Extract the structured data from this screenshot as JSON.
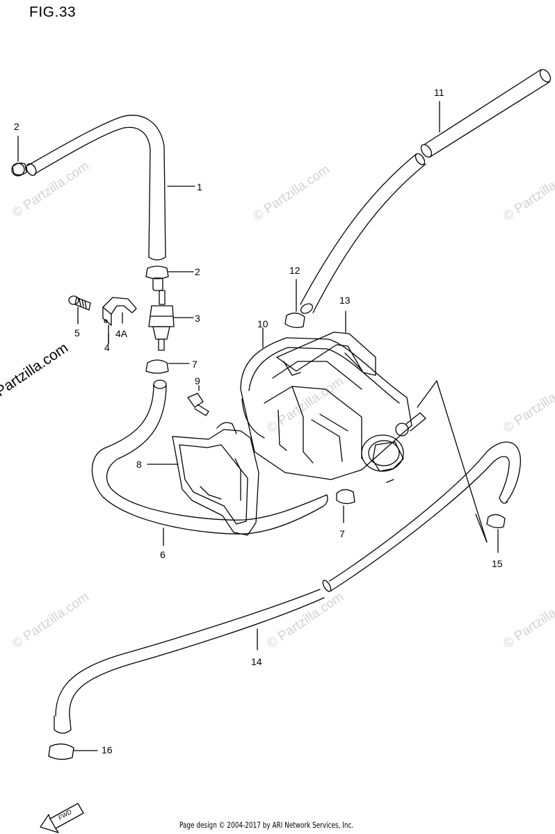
{
  "figure": {
    "title": "FIG.33"
  },
  "side_mark": "© Partzilla.com",
  "watermark": "© Partzilla.com",
  "footer": "Page design © 2004-2017 by ARI Network Services, Inc.",
  "fwd_label": "FWD",
  "callouts": [
    "1",
    "2",
    "2",
    "3",
    "4",
    "4A",
    "5",
    "6",
    "7",
    "7",
    "8",
    "9",
    "10",
    "11",
    "12",
    "13",
    "14",
    "15",
    "16"
  ]
}
